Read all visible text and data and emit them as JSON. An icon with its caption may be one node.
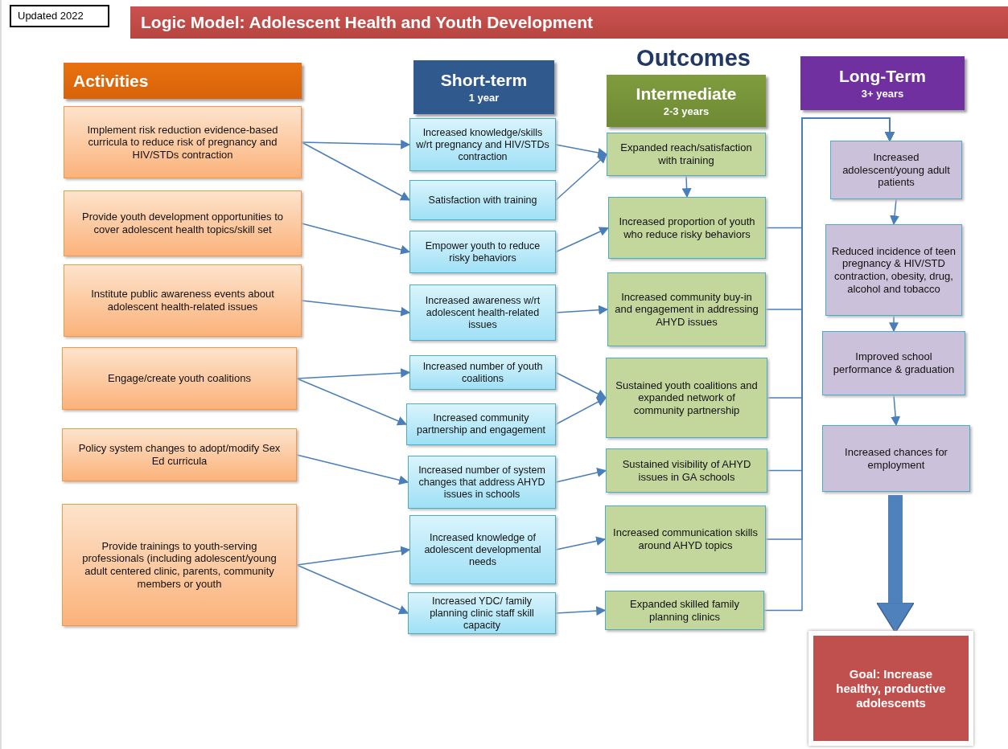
{
  "diagram": {
    "title": "Logic Model: Adolescent Health and Youth Development",
    "nodes": [
      {
        "text": [
          "Updated 2022"
        ]
      },
      {
        "text": [
          "Activities"
        ]
      },
      {
        "text": [
          "Short-term",
          "1 year"
        ]
      },
      {
        "text": [
          "Intermediate",
          "2-3 years"
        ]
      },
      {
        "text": [
          "Long-Term",
          "3+ years"
        ]
      },
      {
        "text": [
          "Implement risk reduction evidence-based curricula to reduce risk of pregnancy and HIV/STDs contraction"
        ]
      },
      {
        "text": [
          "Provide youth development opportunities to cover adolescent health topics/skill set"
        ]
      },
      {
        "text": [
          "Institute public awareness events about adolescent health-related issues"
        ]
      },
      {
        "text": [
          "Engage/create youth coalitions"
        ]
      },
      {
        "text": [
          "Policy system changes to adopt/modify Sex Ed curricula"
        ]
      },
      {
        "text": [
          "Provide trainings to youth-serving professionals (including adolescent/young adult centered clinic, parents, community members or youth"
        ]
      },
      {
        "text": [
          "Increased knowledge/skills w/rt pregnancy and HIV/STDs contraction"
        ]
      },
      {
        "text": [
          "Satisfaction with training"
        ]
      },
      {
        "text": [
          "Empower youth to reduce risky behaviors"
        ]
      },
      {
        "text": [
          "Increased awareness w/rt adolescent health-related issues"
        ]
      },
      {
        "text": [
          "Increased number of youth coalitions"
        ]
      },
      {
        "text": [
          "Increased community partnership and engagement"
        ]
      },
      {
        "text": [
          "Increased number of system changes that address  AHYD issues in schools"
        ]
      },
      {
        "text": [
          "Increased knowledge of adolescent developmental needs"
        ]
      },
      {
        "text": [
          "Increased YDC/ family planning clinic staff skill capacity"
        ]
      },
      {
        "text": [
          "Expanded reach/satisfaction with training"
        ]
      },
      {
        "text": [
          "Increased proportion of youth who reduce risky behaviors"
        ]
      },
      {
        "text": [
          "Increased community buy-in and engagement in addressing  AHYD issues"
        ]
      },
      {
        "text": [
          "Sustained youth coalitions and expanded network of community partnership"
        ]
      },
      {
        "text": [
          "Sustained visibility of AHYD  issues in GA schools"
        ]
      },
      {
        "text": [
          "Increased communication skills around AHYD topics"
        ]
      },
      {
        "text": [
          "Expanded skilled family planning clinics"
        ]
      },
      {
        "text": [
          "Increased adolescent/young adult patients"
        ]
      },
      {
        "text": [
          "Reduced incidence of teen pregnancy & HIV/STD contraction, obesity, drug, alcohol and tobacco"
        ]
      },
      {
        "text": [
          "Improved school performance & graduation"
        ]
      },
      {
        "text": [
          "Increased chances for employment"
        ]
      },
      {
        "text": [
          "Goal: Increase healthy, productive adolescents"
        ]
      }
    ],
    "edges": [
      {
        "from": 5,
        "to": 11,
        "arrow": "to"
      },
      {
        "from": 5,
        "to": 12,
        "arrow": "to"
      },
      {
        "from": 6,
        "to": 13,
        "arrow": "to"
      },
      {
        "from": 7,
        "to": 14,
        "arrow": "to"
      },
      {
        "from": 8,
        "to": 15,
        "arrow": "to"
      },
      {
        "from": 8,
        "to": 16,
        "arrow": "to"
      },
      {
        "from": 9,
        "to": 17,
        "arrow": "to"
      },
      {
        "from": 10,
        "to": 18,
        "arrow": "to"
      },
      {
        "from": 10,
        "to": 19,
        "arrow": "to"
      },
      {
        "from": 11,
        "to": 20,
        "arrow": "to"
      },
      {
        "from": 12,
        "to": 20,
        "arrow": "to"
      },
      {
        "from": 13,
        "to": 21,
        "arrow": "to"
      },
      {
        "from": 14,
        "to": 22,
        "arrow": "to"
      },
      {
        "from": 15,
        "to": 23,
        "arrow": "to"
      },
      {
        "from": 16,
        "to": 23,
        "arrow": "to"
      },
      {
        "from": 17,
        "to": 24,
        "arrow": "to"
      },
      {
        "from": 18,
        "to": 25,
        "arrow": "to"
      },
      {
        "from": 19,
        "to": 26,
        "arrow": "to"
      },
      {
        "from": 20,
        "to": 21,
        "arrow": "to"
      },
      {
        "from": 21,
        "to": 27,
        "arrow": "to"
      },
      {
        "from": 22,
        "to": 27,
        "arrow": "to"
      },
      {
        "from": 23,
        "to": 27,
        "arrow": "to"
      },
      {
        "from": 24,
        "to": 27,
        "arrow": "to"
      },
      {
        "from": 25,
        "to": 27,
        "arrow": "to"
      },
      {
        "from": 26,
        "to": 27,
        "arrow": "to"
      },
      {
        "from": 27,
        "to": 28,
        "arrow": "to"
      },
      {
        "from": 28,
        "to": 29,
        "arrow": "to"
      },
      {
        "from": 29,
        "to": 30,
        "arrow": "to"
      },
      {
        "from": 30,
        "to": 31,
        "arrow": "to",
        "style": "thick"
      }
    ],
    "labels": [
      "Outcomes"
    ]
  }
}
